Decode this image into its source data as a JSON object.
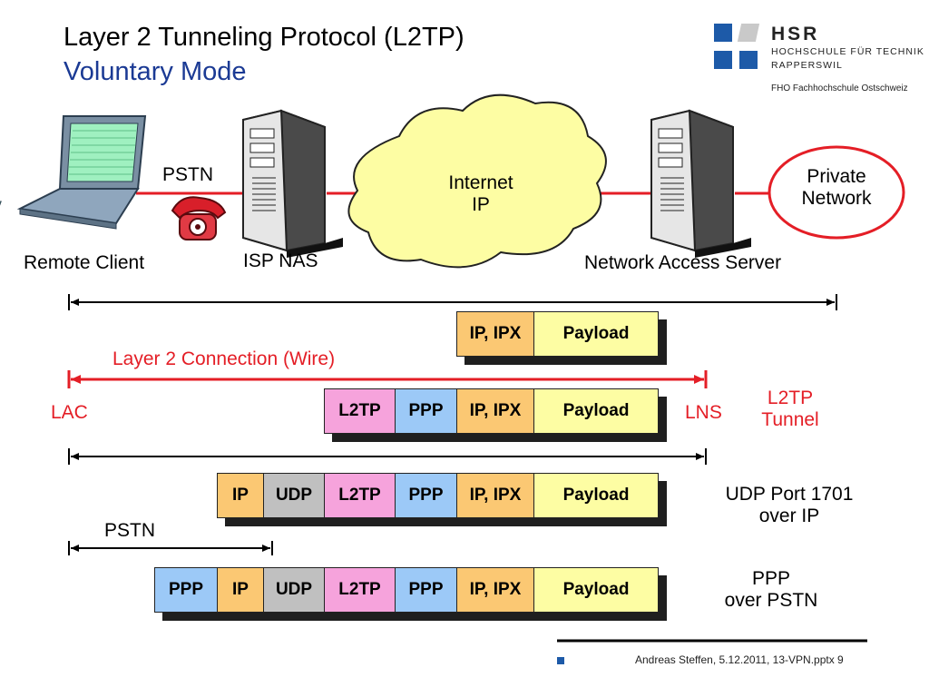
{
  "title": "Layer 2 Tunneling Protocol (L2TP)",
  "subtitle": "Voluntary Mode",
  "logo": {
    "name": "HSR",
    "line1": "HOCHSCHULE FÜR TECHNIK",
    "line2": "RAPPERSWIL",
    "line3": "FHO Fachhochschule Ostschweiz",
    "colors": {
      "blue": "#1d5aa8",
      "grey": "#c9c9c9"
    }
  },
  "nodes": {
    "remote_client": "Remote Client",
    "isp_nas": "ISP NAS",
    "cloud_line1": "Internet",
    "cloud_line2": "IP",
    "nas": "Network Access Server",
    "private_line1": "Private",
    "private_line2": "Network",
    "pstn": "PSTN"
  },
  "spans": {
    "layer2": "Layer 2 Connection (Wire)",
    "lac": "LAC",
    "lns": "LNS",
    "tunnel_line1": "L2TP",
    "tunnel_line2": "Tunnel",
    "udp_line1": "UDP Port 1701",
    "udp_line2": "over IP",
    "pstn": "PSTN",
    "ppp_line1": "PPP",
    "ppp_line2": "over PSTN"
  },
  "frames": [
    {
      "fields": [
        "IP, IPX",
        "Payload"
      ]
    },
    {
      "fields": [
        "L2TP",
        "PPP",
        "IP, IPX",
        "Payload"
      ]
    },
    {
      "fields": [
        "IP",
        "UDP",
        "L2TP",
        "PPP",
        "IP, IPX",
        "Payload"
      ]
    },
    {
      "fields": [
        "PPP",
        "IP",
        "UDP",
        "L2TP",
        "PPP",
        "IP, IPX",
        "Payload"
      ]
    }
  ],
  "footer": "Andreas Steffen, 5.12.2011, 13-VPN.pptx 9",
  "colors": {
    "link_red": "#e41e26",
    "title_blue": "#1b3a94",
    "cloud": "#fdfda3"
  }
}
